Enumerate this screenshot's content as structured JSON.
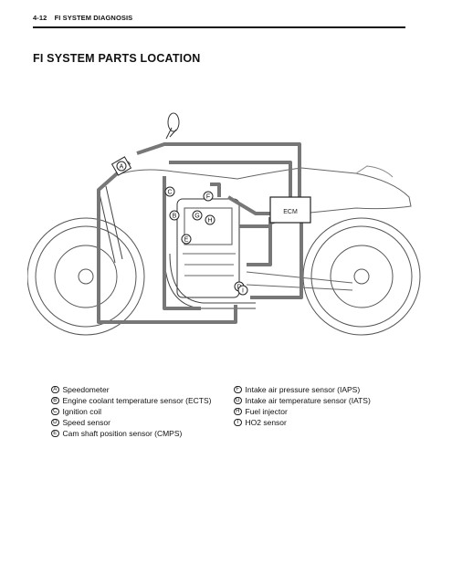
{
  "header": {
    "page_number": "4-12",
    "section": "FI SYSTEM DIAGNOSIS"
  },
  "title": "FI SYSTEM PARTS LOCATION",
  "diagram": {
    "ecm_label": "ECM",
    "markers": [
      "A",
      "B",
      "C",
      "D",
      "E",
      "F",
      "G",
      "H",
      "I"
    ]
  },
  "legend": {
    "left": [
      {
        "letter": "A",
        "text": "Speedometer"
      },
      {
        "letter": "B",
        "text": "Engine coolant temperature sensor (ECTS)"
      },
      {
        "letter": "C",
        "text": "Ignition coil"
      },
      {
        "letter": "D",
        "text": "Speed sensor"
      },
      {
        "letter": "E",
        "text": "Cam shaft position sensor (CMPS)"
      }
    ],
    "right": [
      {
        "letter": "F",
        "text": "Intake air pressure sensor (IAPS)"
      },
      {
        "letter": "G",
        "text": "Intake air temperature sensor (IATS)"
      },
      {
        "letter": "H",
        "text": "Fuel injector"
      },
      {
        "letter": "I",
        "text": "HO2 sensor"
      }
    ]
  }
}
